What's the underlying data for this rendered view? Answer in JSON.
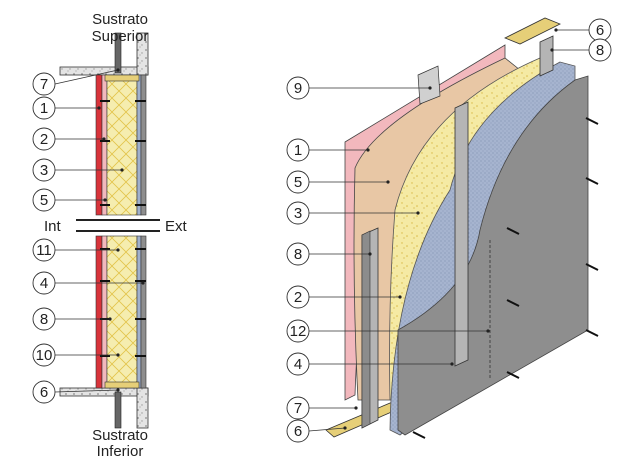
{
  "texts": {
    "sub_top_1": "Sustrato",
    "sub_top_2": "Superior",
    "sub_bot_1": "Sustrato",
    "sub_bot_2": "Inferior",
    "int": "Int",
    "ext": "Ext"
  },
  "left_callouts": [
    "7",
    "1",
    "2",
    "3",
    "5",
    "11",
    "4",
    "8",
    "10",
    "6"
  ],
  "right_callouts": [
    "9",
    "1",
    "5",
    "3",
    "8",
    "2",
    "12",
    "4",
    "7",
    "6"
  ],
  "top_right_callouts": [
    "6",
    "8"
  ],
  "colors": {
    "gypsum_pink": "#f2b8bd",
    "red_board": "#d8333a",
    "insulation": "#f4eba6",
    "insulation_lines": "#e0c64e",
    "membrane": "#9fb0cc",
    "cement_board": "#8e8e8e",
    "stud": "#b5b5b5",
    "track": "#e6cf78",
    "beige": "#e8c7a5",
    "concrete": "#d6d6d6"
  }
}
